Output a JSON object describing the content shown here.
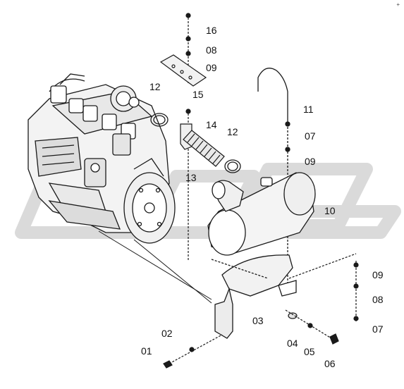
{
  "diagram": {
    "callouts": {
      "c01": "01",
      "c02": "02",
      "c03": "03",
      "c04": "04",
      "c05": "05",
      "c06": "06",
      "c07a": "07",
      "c07b": "07",
      "c08a": "08",
      "c08b": "08",
      "c09a": "09",
      "c09b": "09",
      "c09c": "09",
      "c10": "10",
      "c11": "11",
      "c12a": "12",
      "c12b": "12",
      "c13": "13",
      "c14": "14",
      "c15": "15",
      "c16": "16"
    },
    "corner_mark": "+ ",
    "watermark": "SDLG",
    "colors": {
      "line": "#1a1a1a",
      "watermark": "#d6d6d6"
    }
  }
}
